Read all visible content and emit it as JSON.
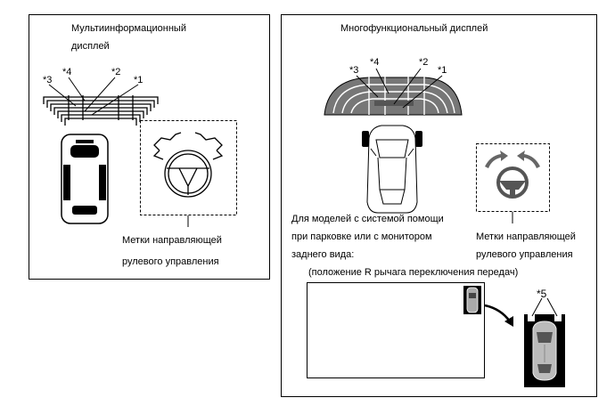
{
  "left_panel": {
    "title_line1": "Мультиинформационный",
    "title_line2": "дисплей",
    "marks": [
      "*1",
      "*2",
      "*3",
      "*4"
    ],
    "steering_label_line1": "Метки направляющей",
    "steering_label_line2": "рулевого управления"
  },
  "right_panel": {
    "title": "Многофункциональный дисплей",
    "marks": [
      "*1",
      "*2",
      "*3",
      "*4"
    ],
    "models_note_line1": "Для моделей с системой помощи",
    "models_note_line2": "при парковке или с монитором",
    "models_note_line3": "заднего вида:",
    "steering_label_line1": "Метки направляющей",
    "steering_label_line2": "рулевого управления",
    "gear_note": "(положение R рычага переключения передач)",
    "mark5": "*5"
  }
}
